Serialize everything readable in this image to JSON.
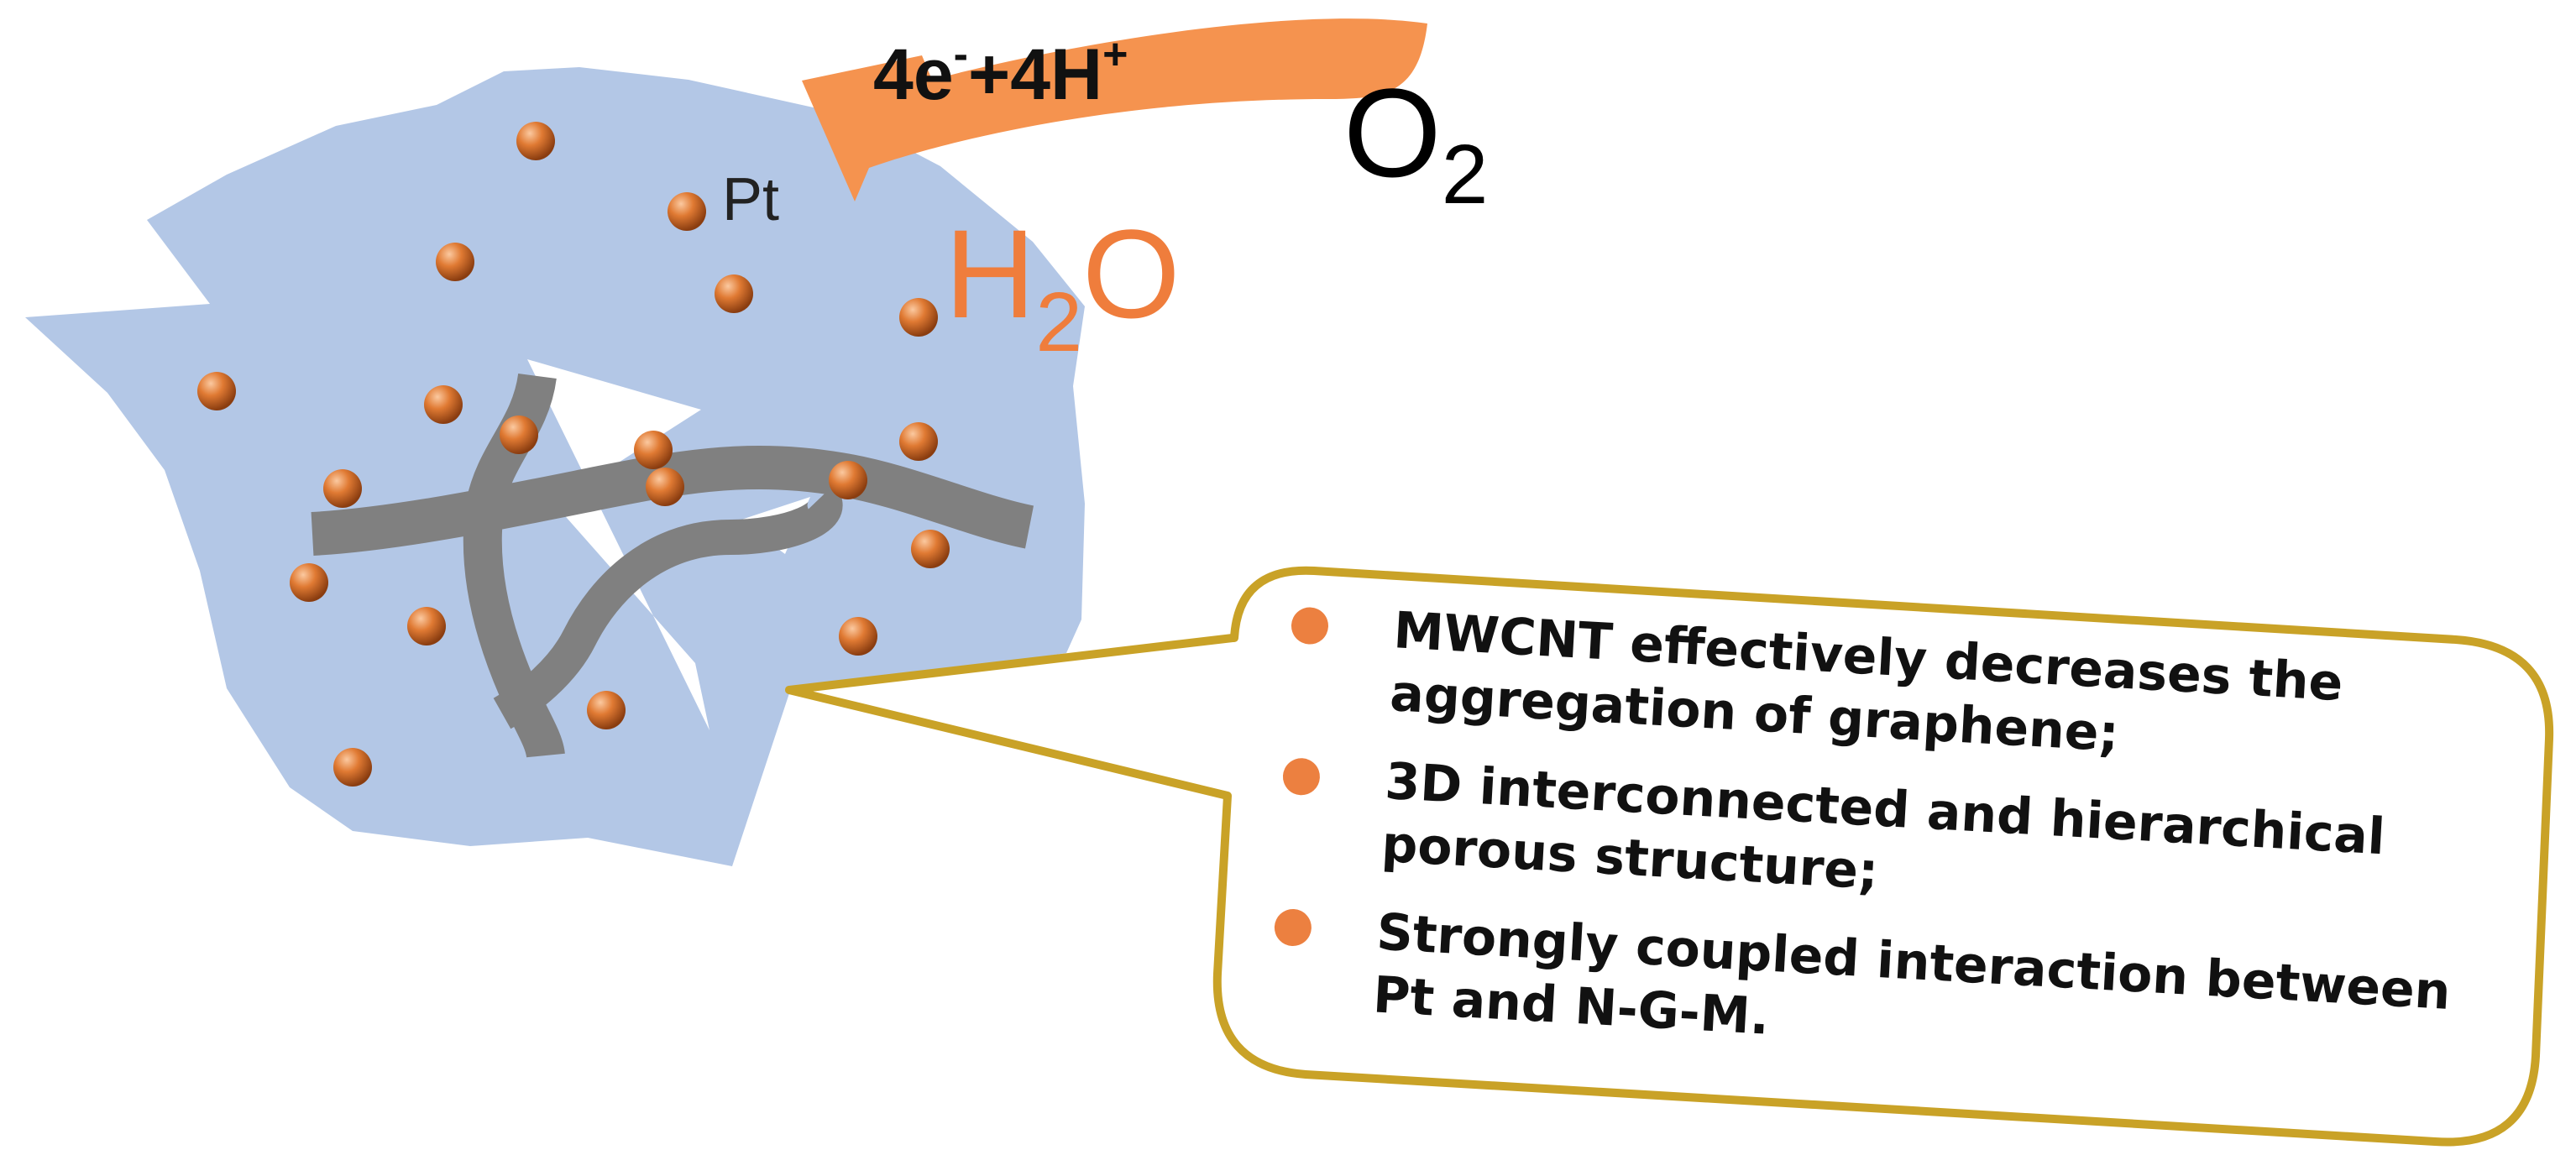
{
  "diagram": {
    "reaction": {
      "electrons_protons": "4e",
      "electron_sup": "-",
      "plus_protons": "+4H",
      "proton_sup": "+",
      "reactant_main": "O",
      "reactant_sub": "2",
      "product_h": "H",
      "product_sub": "2",
      "product_o": "O"
    },
    "catalyst_label": "Pt",
    "callout": {
      "bullets": [
        {
          "lines": [
            "MWCNT effectively decreases the",
            "aggregation of graphene;"
          ]
        },
        {
          "lines": [
            "3D interconnected and hierarchical",
            "porous structure;"
          ]
        },
        {
          "lines": [
            "Strongly coupled interaction between",
            "Pt and N-G-M."
          ]
        }
      ]
    },
    "colors": {
      "graphene_sheet": "#b3c7e6",
      "nanotube": "#808080",
      "particle": "#e07a33",
      "arrow": "#f5934f",
      "h2o_text": "#ef7d3c",
      "callout_border": "#c9a227",
      "bullet": "#ec8040"
    }
  }
}
